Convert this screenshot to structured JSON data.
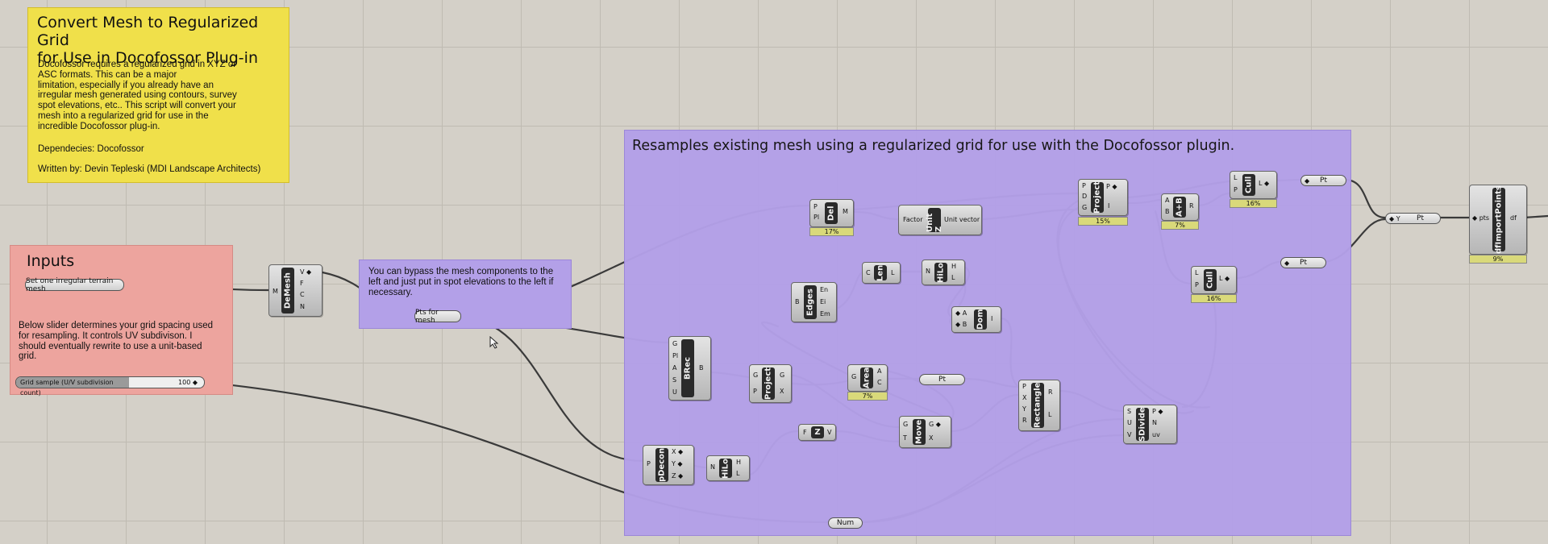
{
  "notes": {
    "title": "Convert Mesh to Regularized Grid\nfor Use in Docofossor Plug-in",
    "body": "Docofossor requires a regularized grid in XYZ or\nASC formats. This can be a major\nlimitation, especially if you already have an\nirregular mesh generated using contours, survey\nspot elevations, etc.. This script will convert your\nmesh into a regularized grid for use in the\nincredible Docofossor plug-in.",
    "dependencies": "Dependecies: Docofossor",
    "author": "Written by: Devin Tepleski (MDI Landscape Architects)"
  },
  "inputs": {
    "title": "Inputs",
    "mesh_param": "Set one irregular terrain mesh",
    "slider_note": "Below slider determines your grid spacing used\nfor resampling. It controls UV subdivison. I\nshould eventually rewrite to use a unit-based\ngrid.",
    "slider_label": "Grid sample (U/V subdivision count)",
    "slider_value": "100 ◆"
  },
  "bypass": {
    "text": "You can bypass the mesh components to the\nleft and just put in spot elevations to the left if\nnecessary.",
    "param": "Pts for mesh"
  },
  "main": {
    "title": "Resamples existing mesh using a regularized grid for use with the Docofossor plugin."
  },
  "components": {
    "demesh": "DeMesh",
    "del": "Del",
    "unitz": "Unit Z",
    "project1": "Project",
    "cull1": "Cull",
    "ab": "A+B",
    "cull2": "Cull",
    "edges": "Edges",
    "len": "Len",
    "hilo1": "HiLo",
    "dom": "Dom",
    "brec": "BRec",
    "project2": "Project",
    "area": "Area",
    "rect": "Rectangle",
    "move": "Move",
    "z": "Z",
    "sdivide": "SDivide",
    "pdecon": "pDecon",
    "hilo2": "HiLo",
    "dfimport": "dfImportPoints"
  },
  "percents": {
    "del": "17%",
    "project1": "15%",
    "cull1": "16%",
    "ab": "7%",
    "cull2": "16%",
    "area": "7%",
    "dfimport": "9%"
  },
  "params": {
    "pt1": "Pt",
    "pt2": "Pt",
    "pt3": "Pt",
    "pt4": "Pt",
    "num": "Num",
    "factor": "Factor",
    "unitvec": "Unit vector",
    "pts": "pts",
    "df": "df"
  }
}
